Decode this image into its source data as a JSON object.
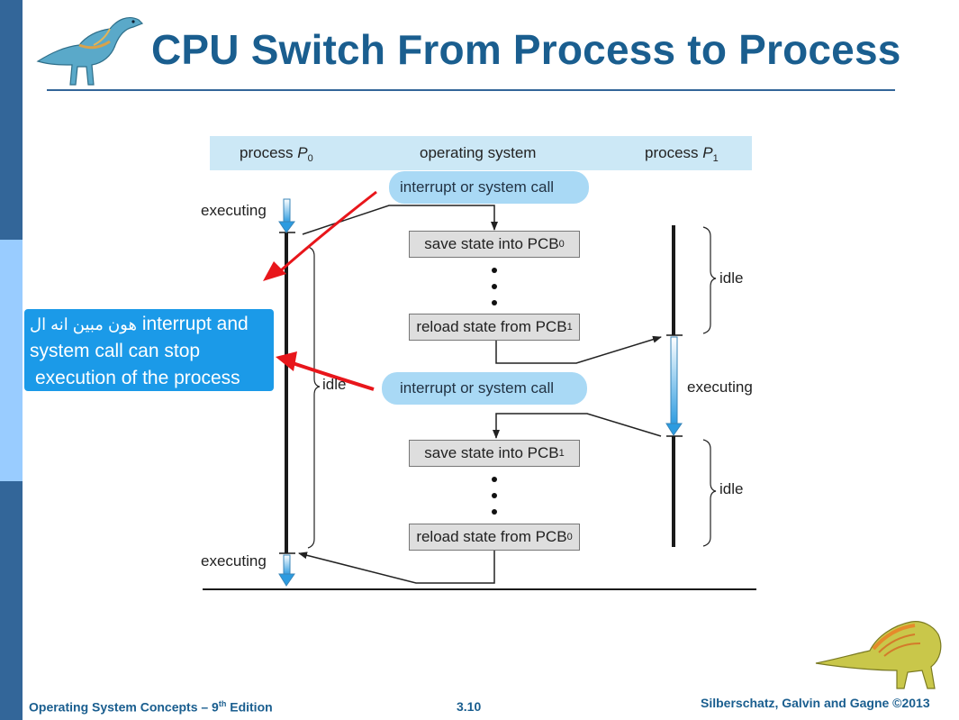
{
  "slide": {
    "title": "CPU Switch From Process to Process"
  },
  "header": {
    "col_p0": "process",
    "col_p0_var": "P",
    "col_p0_sub": "0",
    "col_os": "operating system",
    "col_p1": "process",
    "col_p1_var": "P",
    "col_p1_sub": "1"
  },
  "diagram": {
    "p0_top_state": "executing",
    "p0_idle": "idle",
    "p0_bottom_state": "executing",
    "p1_idle_top": "idle",
    "p1_executing": "executing",
    "p1_idle_bottom": "idle",
    "interrupt_1": "interrupt or system call",
    "interrupt_2": "interrupt or system call",
    "box_save_0": "save state into PCB",
    "box_save_0_sub": "0",
    "box_reload_1": "reload state from PCB",
    "box_reload_1_sub": "1",
    "box_save_1": "save state into PCB",
    "box_save_1_sub": "1",
    "box_reload_0": "reload state from PCB",
    "box_reload_0_sub": "0"
  },
  "annotation": {
    "line1_arabic": "هون مبين انه ال",
    "line1_en": "interrupt and",
    "line2": "system call can stop",
    "line3": "execution of the process",
    "color": "#1b9ae8"
  },
  "footer": {
    "book": "Operating System Concepts – 9",
    "book_sup": "th",
    "book_tail": " Edition",
    "page": "3.10",
    "authors": "Silberschatz, Galvin and Gagne ©2013"
  },
  "colors": {
    "brand_blue": "#336699",
    "title_blue": "#1a5e8f",
    "arrow_red": "#e8161b",
    "highlight": "#a9d9f5"
  }
}
